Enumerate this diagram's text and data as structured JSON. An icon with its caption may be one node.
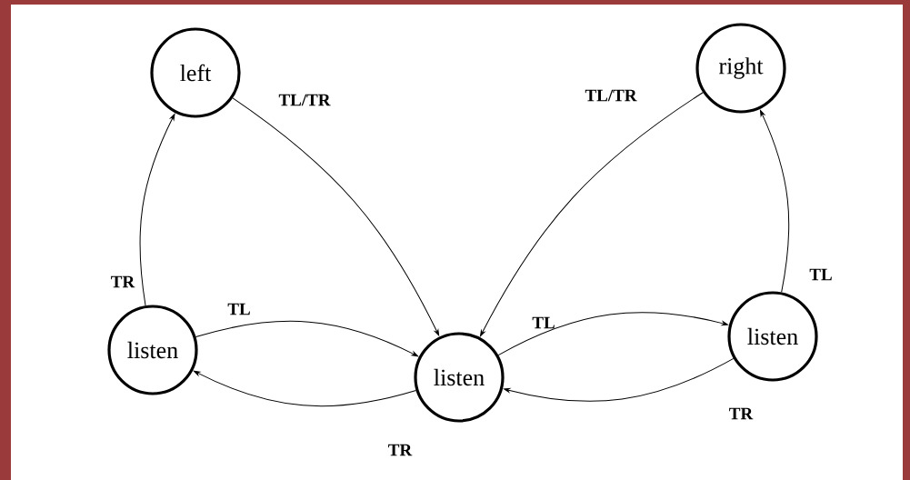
{
  "diagram": {
    "nodes": [
      {
        "text": [
          "left"
        ]
      },
      {
        "text": [
          "right"
        ]
      },
      {
        "text": [
          "listen"
        ]
      },
      {
        "text": [
          "listen"
        ]
      },
      {
        "text": [
          "listen"
        ]
      }
    ],
    "edges": [
      {
        "from": 0,
        "to": 3,
        "arrow": "to",
        "label": "TL/TR"
      },
      {
        "from": 1,
        "to": 3,
        "arrow": "to",
        "label": "TL/TR"
      },
      {
        "from": 2,
        "to": 0,
        "arrow": "to",
        "label": "TR"
      },
      {
        "from": 4,
        "to": 1,
        "arrow": "to",
        "label": "TL"
      },
      {
        "from": 2,
        "to": 3,
        "arrow": "to",
        "label": "TL"
      },
      {
        "from": 3,
        "to": 2,
        "arrow": "to",
        "label": "TR"
      },
      {
        "from": 3,
        "to": 4,
        "arrow": "to",
        "label": "TL"
      },
      {
        "from": 4,
        "to": 3,
        "arrow": "to",
        "label": "TR"
      }
    ]
  }
}
